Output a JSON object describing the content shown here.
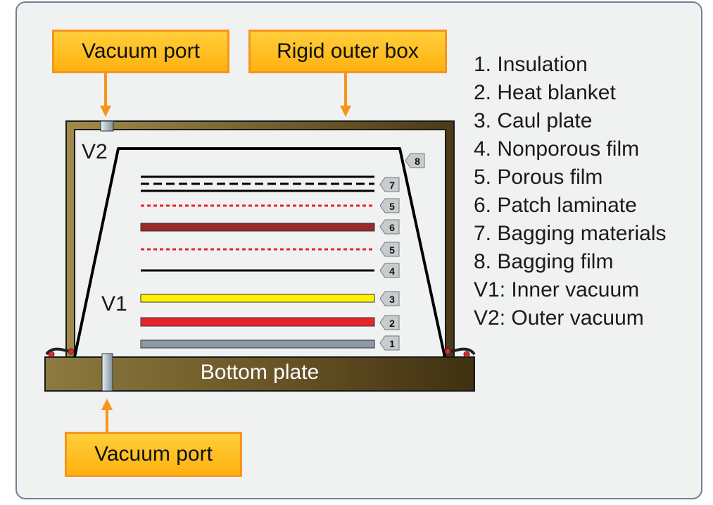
{
  "callouts": {
    "vacuum_port_top": "Vacuum port",
    "rigid_outer_box": "Rigid outer box",
    "vacuum_port_bottom": "Vacuum port"
  },
  "labels": {
    "v2": "V2",
    "v1": "V1",
    "bottom_plate": "Bottom plate"
  },
  "tags": [
    "8",
    "7",
    "5",
    "6",
    "5",
    "4",
    "3",
    "2",
    "1"
  ],
  "legend": [
    "1. Insulation",
    "2. Heat blanket",
    "3. Caul plate",
    "4. Nonporous film",
    "5. Porous film",
    "6. Patch laminate",
    "7. Bagging materials",
    "8. Bagging film",
    "V1: Inner vacuum",
    "V2: Outer vacuum"
  ],
  "colors": {
    "callout_fill": "#ffb519",
    "callout_border": "#f7941d",
    "arrow": "#f7941d",
    "box": "#7a6430",
    "insulation": "#8d9aa6",
    "heat_blanket": "#e8242a",
    "caul_plate": "#fff200",
    "patch_laminate": "#9b2a2a",
    "porous_film": "#e8242a",
    "bagging": "#000000"
  }
}
